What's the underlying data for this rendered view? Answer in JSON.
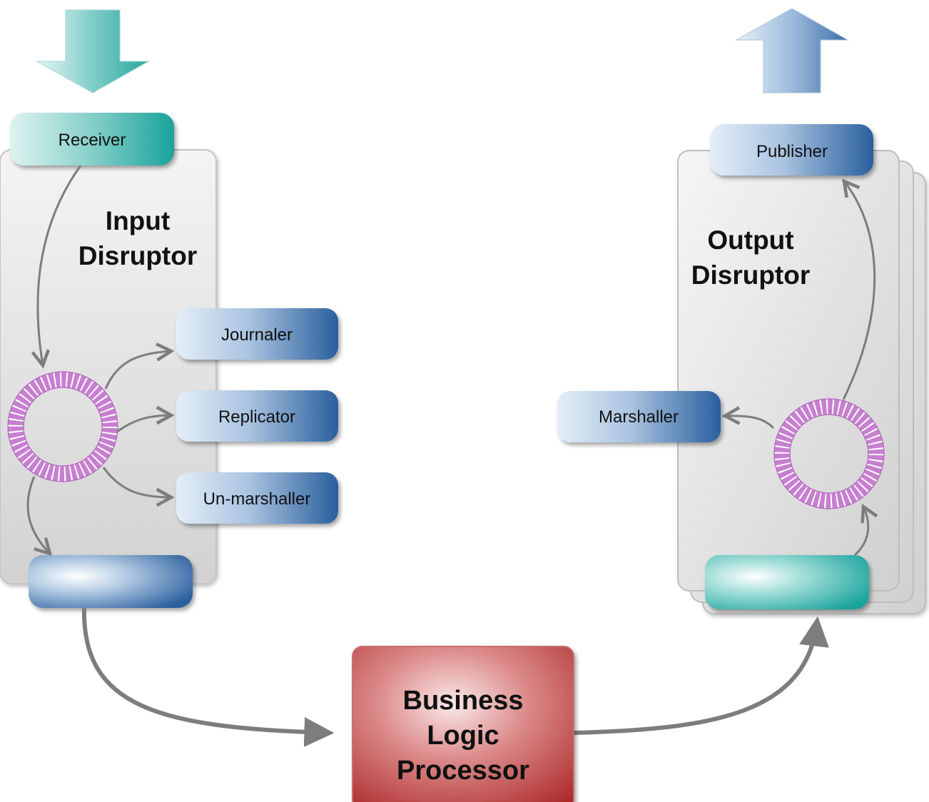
{
  "diagram": {
    "input_disruptor": {
      "title_line1": "Input",
      "title_line2": "Disruptor",
      "receiver_label": "Receiver",
      "consumers": [
        "Journaler",
        "Replicator",
        "Un-marshaller"
      ]
    },
    "output_disruptor": {
      "title_line1": "Output",
      "title_line2": "Disruptor",
      "publisher_label": "Publisher",
      "consumer": "Marshaller"
    },
    "business_logic": {
      "line1": "Business",
      "line2": "Logic",
      "line3": "Processor"
    },
    "colors": {
      "teal": "#1aa39c",
      "blue": "#2a5f9e",
      "ring_purple": "#c77fd0",
      "processor_red": "#b22727",
      "arrow_gray": "#7d7d7d"
    }
  }
}
